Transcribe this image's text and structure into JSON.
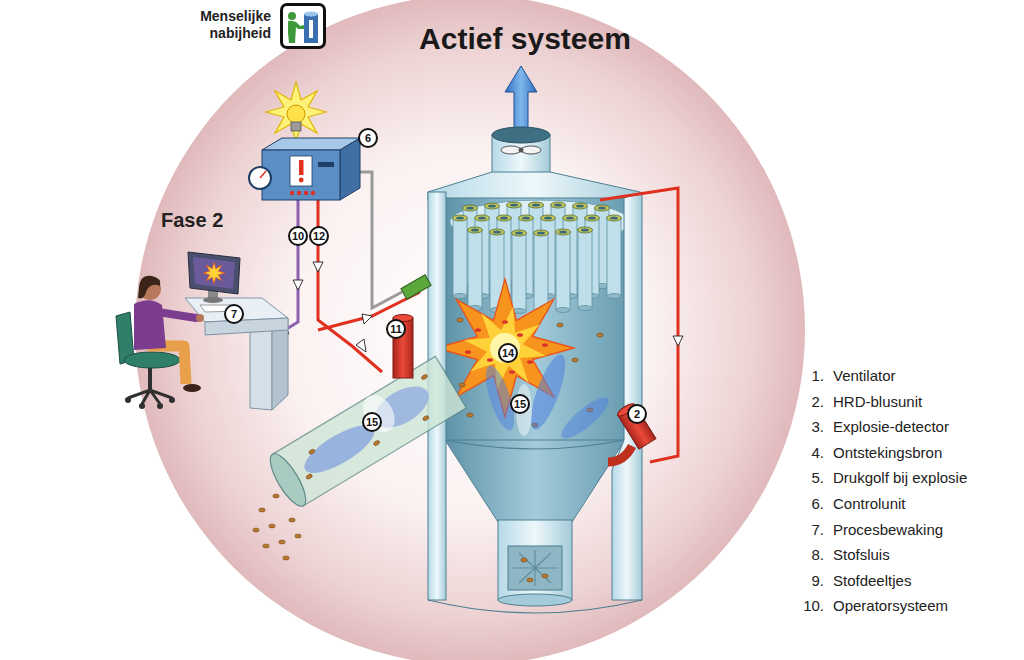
{
  "diagram": {
    "title": "Actief systeem",
    "nodes": [
      {
        "text": [
          "Menselijke nabijheid"
        ]
      },
      {
        "text": [
          "6"
        ]
      },
      {
        "text": [
          "10"
        ]
      },
      {
        "text": [
          "12"
        ]
      },
      {
        "text": [
          "7"
        ]
      },
      {
        "text": [
          "11"
        ]
      },
      {
        "text": [
          "14"
        ]
      },
      {
        "text": [
          "15"
        ]
      },
      {
        "text": [
          "2"
        ]
      },
      {
        "text": [
          "15"
        ]
      }
    ],
    "labels": [
      "Fase 2",
      "1.",
      "Ventilator",
      "2.",
      "HRD-blusunit",
      "3.",
      "Explosie-detector",
      "4.",
      "Ontstekingsbron",
      "5.",
      "Drukgolf bij explosie",
      "6.",
      "Controlunit",
      "7.",
      "Procesbewaking",
      "8.",
      "Stofsluis",
      "9.",
      "Stofdeeltjes",
      "10.",
      "Operatorsysteem"
    ]
  }
}
